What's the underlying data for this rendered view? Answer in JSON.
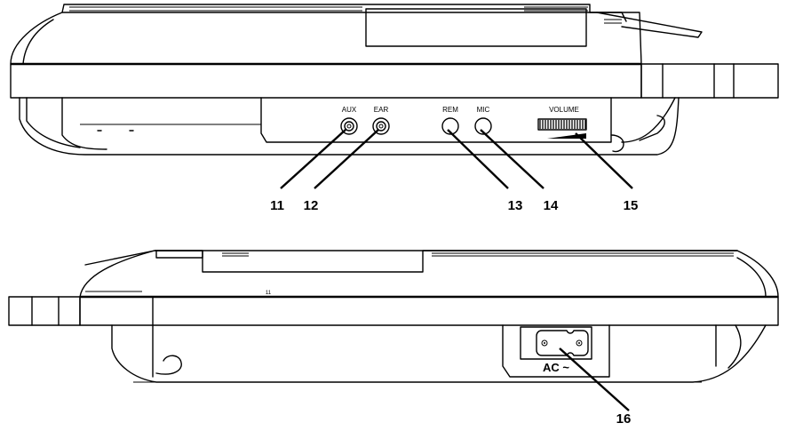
{
  "top_view": {
    "port_labels": {
      "aux": "AUX",
      "ear": "EAR",
      "rem": "REM",
      "mic": "MIC",
      "volume": "VOLUME"
    },
    "callouts": [
      "11",
      "12",
      "13",
      "14",
      "15"
    ]
  },
  "bottom_view": {
    "ac_label": "AC ~",
    "callouts": [
      "16"
    ],
    "small_mark": "11"
  }
}
